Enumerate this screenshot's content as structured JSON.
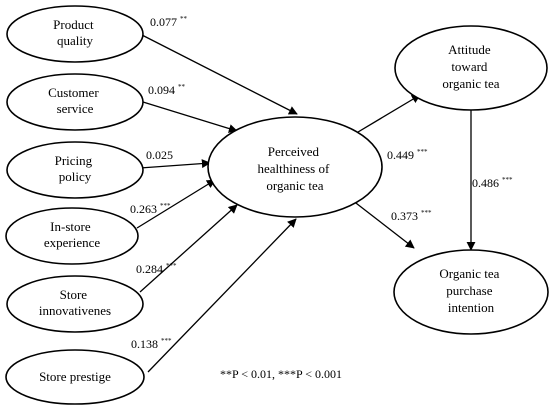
{
  "nodes": {
    "product_quality": {
      "lines": [
        "Product",
        "quality"
      ]
    },
    "customer_service": {
      "lines": [
        "Customer",
        "service"
      ]
    },
    "pricing_policy": {
      "lines": [
        "Pricing",
        "policy"
      ]
    },
    "in_store_experience": {
      "lines": [
        "In-store",
        "experience"
      ]
    },
    "store_innovativeness": {
      "lines": [
        "Store",
        "innovativenes"
      ]
    },
    "store_prestige": {
      "lines": [
        "Store prestige"
      ]
    },
    "perceived_healthiness": {
      "lines": [
        "Perceived",
        "healthiness of",
        "organic tea"
      ]
    },
    "attitude": {
      "lines": [
        "Attitude",
        "toward",
        "organic tea"
      ]
    },
    "purchase_intention": {
      "lines": [
        "Organic tea",
        "purchase",
        "intention"
      ]
    }
  },
  "edges": {
    "pq_ph": {
      "coef": "0.077",
      "stars": "**"
    },
    "cs_ph": {
      "coef": "0.094",
      "stars": "**"
    },
    "pp_ph": {
      "coef": "0.025",
      "stars": ""
    },
    "ise_ph": {
      "coef": "0.263",
      "stars": "***"
    },
    "si_ph": {
      "coef": "0.284",
      "stars": "***"
    },
    "sp_ph": {
      "coef": "0.138",
      "stars": "***"
    },
    "ph_att": {
      "coef": "0.449",
      "stars": "***"
    },
    "ph_pi": {
      "coef": "0.373",
      "stars": "***"
    },
    "att_pi": {
      "coef": "0.486",
      "stars": "***"
    }
  },
  "footnote": "**P < 0.01, ***P < 0.001",
  "colors": {
    "stroke": "#000000",
    "background": "#ffffff"
  }
}
